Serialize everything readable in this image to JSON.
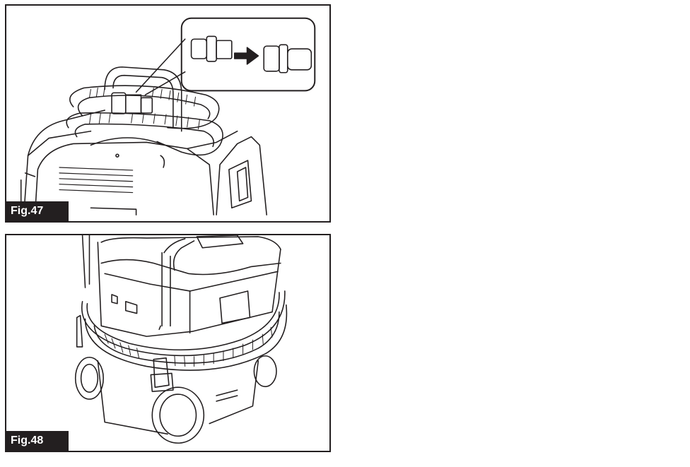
{
  "figures": [
    {
      "id": "fig47",
      "label": "Fig.47"
    },
    {
      "id": "fig48",
      "label": "Fig.48"
    }
  ],
  "colors": {
    "ink": "#231f20",
    "paper": "#ffffff"
  }
}
